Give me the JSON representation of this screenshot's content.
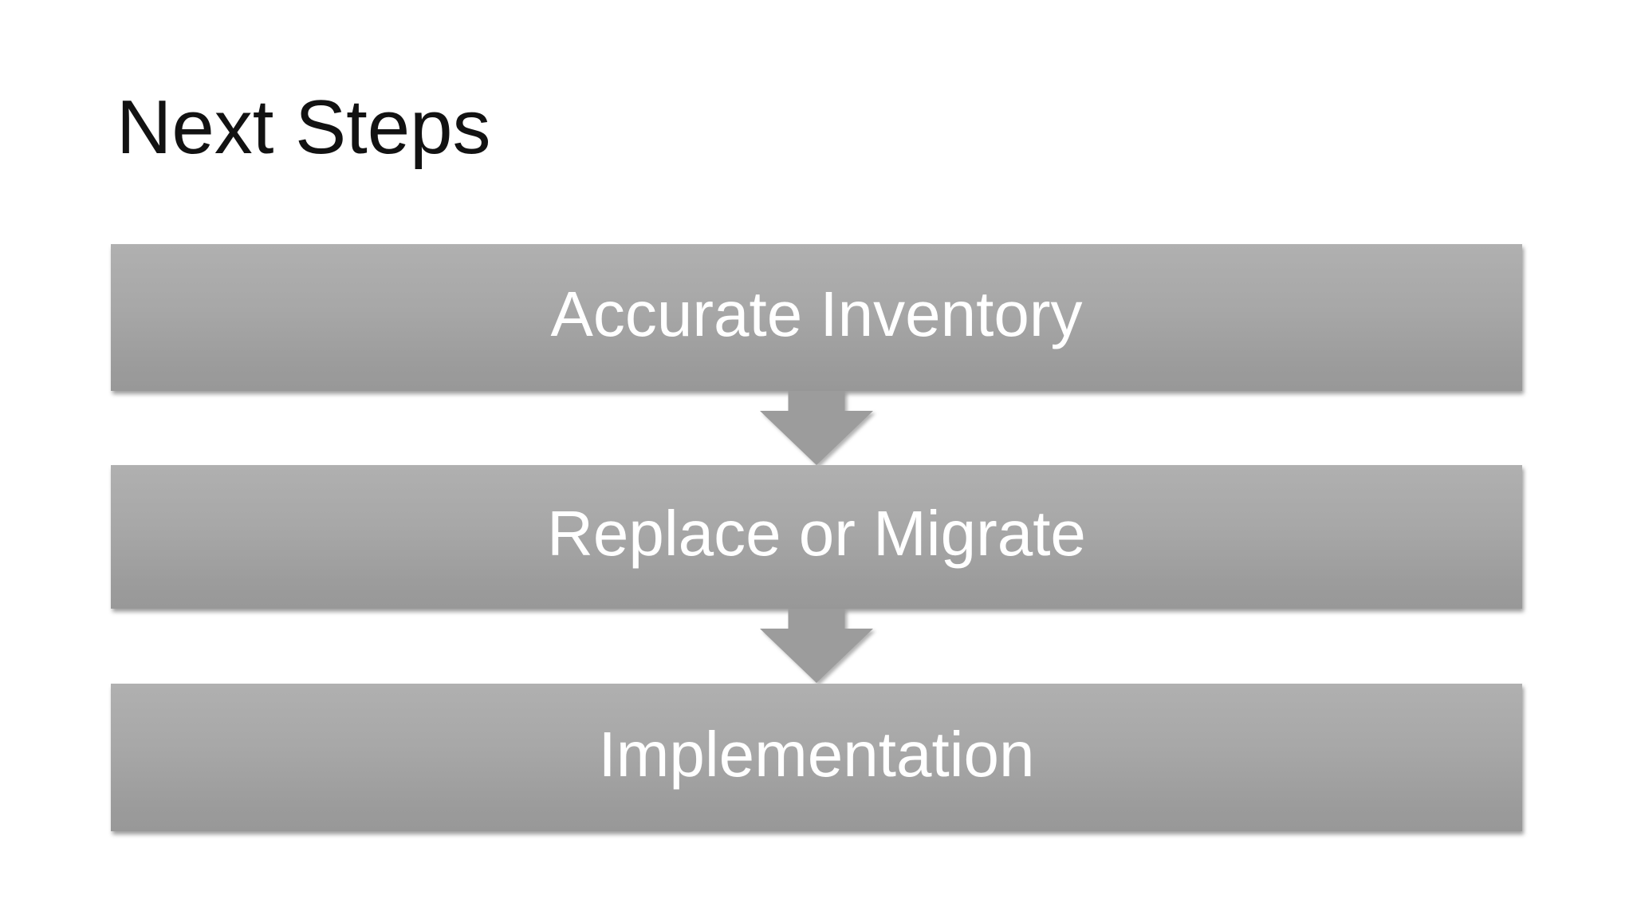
{
  "slide": {
    "title": "Next Steps",
    "steps": [
      {
        "label": "Accurate Inventory"
      },
      {
        "label": "Replace or Migrate"
      },
      {
        "label": "Implementation"
      }
    ],
    "connectors": [
      {
        "icon": "down-arrow-icon"
      },
      {
        "icon": "down-arrow-icon"
      }
    ],
    "colors": {
      "background": "#ffffff",
      "title_text": "#121212",
      "bar_gradient_top": "#b0b0b0",
      "bar_gradient_bottom": "#989898",
      "bar_text": "#ffffff",
      "arrow_fill": "#9c9c9c"
    }
  }
}
